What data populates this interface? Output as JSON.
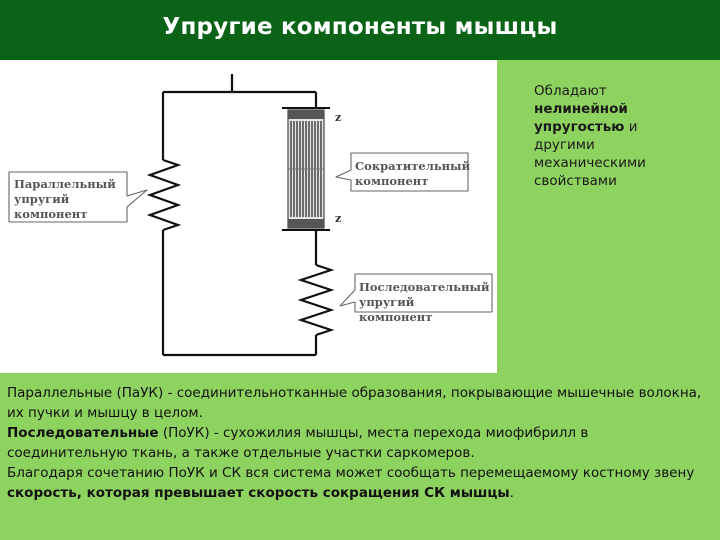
{
  "slide": {
    "title": "Упругие компоненты мышцы"
  },
  "diagram": {
    "parallel_label": "Параллельный упругий компонент",
    "contractile_label": "Сократительный компонент",
    "serial_label": "Последовательный упругий компонент",
    "z_top": "z",
    "z_bottom": "z"
  },
  "side_note": {
    "line1": "Обладают",
    "bold": "нелинейной упругостью",
    "rest": " и другими механическими свойствами"
  },
  "body": {
    "p1_bold": "Параллельные",
    "p1_rest": " (ПаУК) - соединительнотканные образования, покрывающие мышечные волокна, их пучки и мышцу в целом.",
    "p2_bold": "Последовательные",
    "p2_rest": " (ПоУК) - сухожилия мышцы, места перехода миофибрилл в соединительную ткань, а также отдельные участки саркомеров.",
    "p3_start": "Благодаря сочетанию ПоУК и СК вся система может сообщать перемещаемому костному звену ",
    "p3_bold": "скорость, которая превышает скорость сокращения СК мышцы",
    "p3_end": "."
  }
}
